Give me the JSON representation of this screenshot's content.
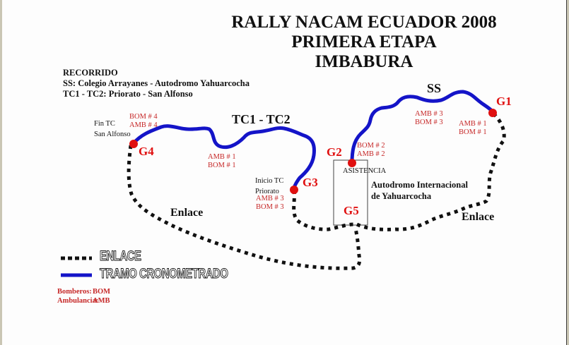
{
  "title": {
    "line1": "RALLY NACAM ECUADOR 2008",
    "line2": "PRIMERA ETAPA",
    "line3": "IMBABURA"
  },
  "recorrido": {
    "heading": "RECORRIDO",
    "ss": "SS: Colegio Arrayanes - Autodromo Yahuarcocha",
    "tc": "TC1 - TC2: Priorato - San Alfonso"
  },
  "sections": {
    "ss": "SS",
    "tc": "TC1 - TC2",
    "enlace_left": "Enlace",
    "enlace_right": "Enlace"
  },
  "gates": {
    "g1": "G1",
    "g2": "G2",
    "g3": "G3",
    "g4": "G4",
    "g5": "G5"
  },
  "stations": {
    "g4_top": [
      "BOM # 4",
      "AMB # 4"
    ],
    "tc_mid": [
      "AMB # 1",
      "BOM # 1"
    ],
    "g3_below": [
      "AMB # 3",
      "BOM # 3"
    ],
    "g2_side": [
      "BOM # 2",
      "AMB # 2"
    ],
    "ss_mid": [
      "AMB # 3",
      "BOM # 3"
    ],
    "g1_below": [
      "AMB # 1",
      "BOM # 1"
    ]
  },
  "places": {
    "fin_tc": [
      "Fin TC",
      "San Alfonso"
    ],
    "inicio_tc": [
      "Inicio TC",
      "Priorato"
    ],
    "asistencia": "ASISTENCIA",
    "autodromo": [
      "Autodromo Internacional",
      "de Yahuarcocha"
    ]
  },
  "legend": {
    "enlace": "ENLACE",
    "tramo": "TRAMO CRONOMETRADO",
    "bomberos_key": "Bomberos:",
    "bomberos_val": "BOM",
    "ambulancia_key": "Ambulancia:",
    "ambulancia_val": "AMB"
  },
  "colors": {
    "timed_stage": "#1414c8",
    "link_road": "#111111",
    "gate_marker": "#e01010",
    "station_text": "#c62828"
  }
}
